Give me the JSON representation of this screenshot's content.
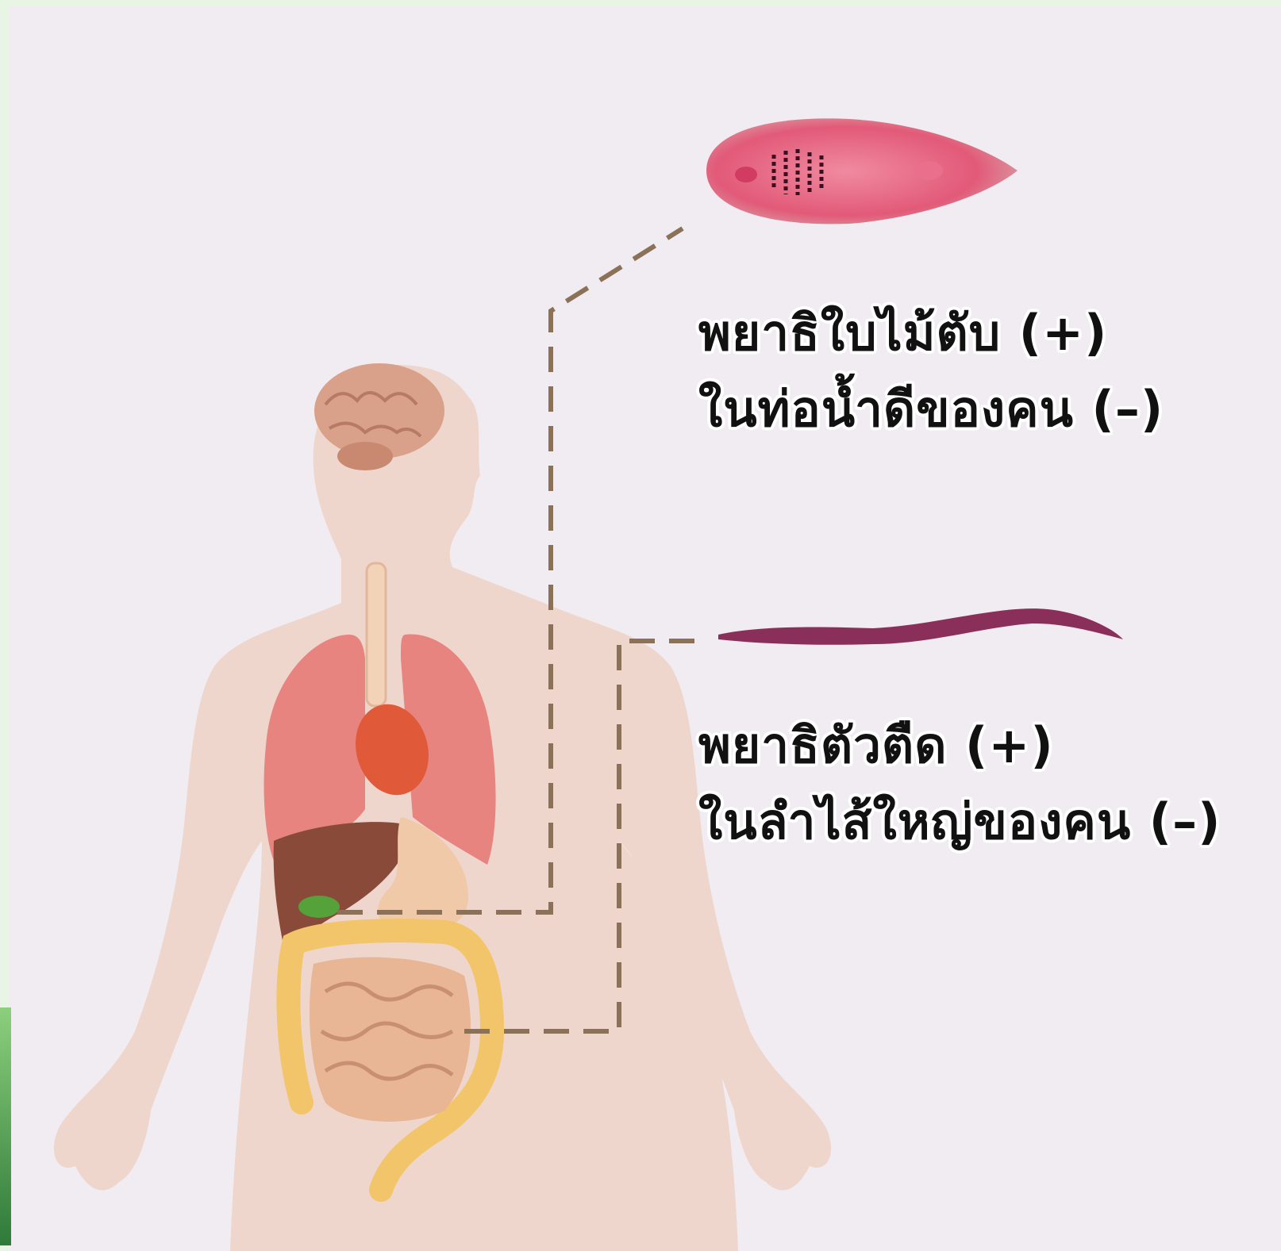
{
  "annotations": {
    "fluke": {
      "line1": "พยาธิใบไม้ตับ (+)",
      "line2": "ในท่อน้ำดีของคน (–)"
    },
    "whipworm": {
      "line1": "พยาธิตัวตืด (+)",
      "line2": "ในลำไส้ใหญ่ของคน (–)"
    }
  },
  "colors": {
    "background": "#f1ebf2",
    "body": "#efd6cc",
    "leader_line": "#8a7157",
    "fluke": "#e0607a",
    "worm": "#8a2f5a"
  },
  "icons": [
    "human-body-anatomy-icon",
    "brain-icon",
    "lungs-icon",
    "heart-icon",
    "liver-icon",
    "gallbladder-icon",
    "intestines-icon",
    "liver-fluke-icon",
    "whipworm-icon"
  ]
}
